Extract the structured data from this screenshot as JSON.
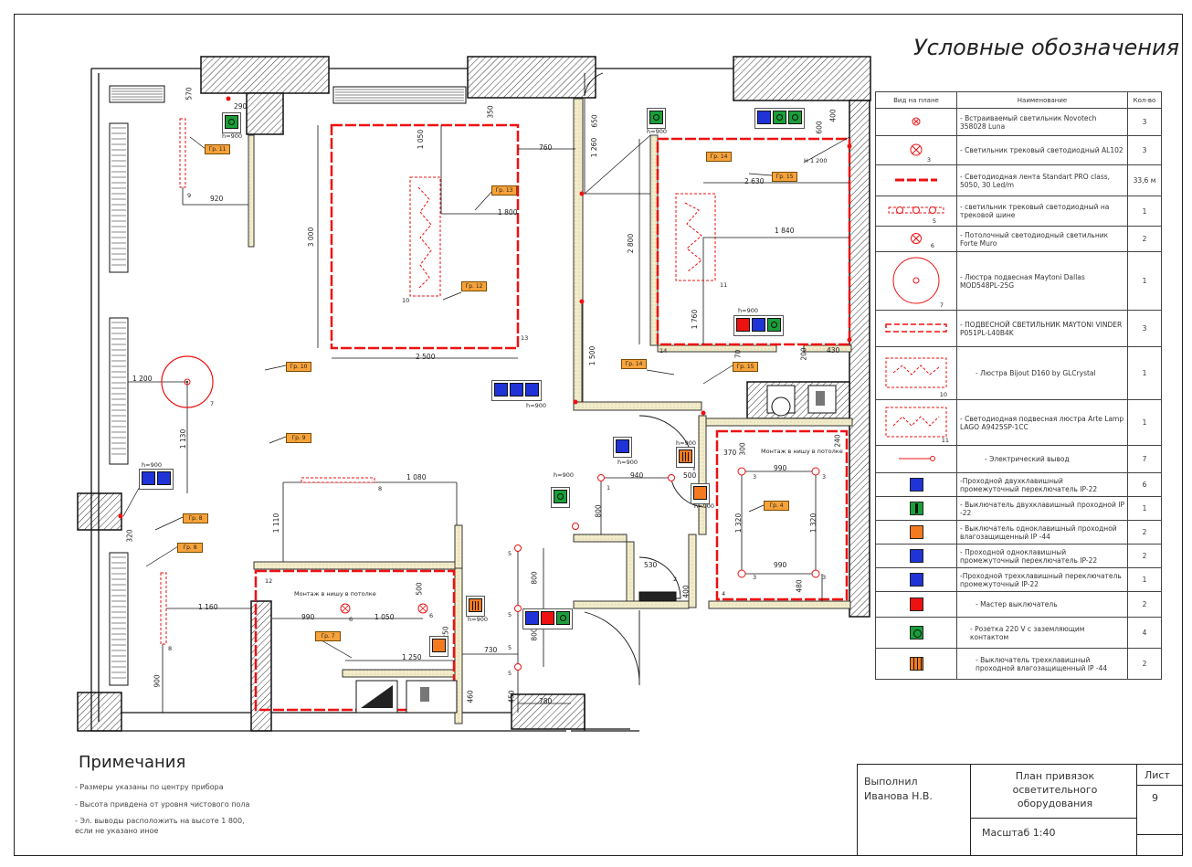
{
  "legend": {
    "title": "Условные обозначения",
    "headers": {
      "symbol": "Вид на плане",
      "name": "Наименование",
      "qty": "Кол-во"
    },
    "rows": [
      {
        "name": "- Встраиваемый светильник Novotech 358028 Luna",
        "qty": "3",
        "icon": "recessed-light-icon",
        "mark": ""
      },
      {
        "name": "- Светильник трековый светодиодный AL102",
        "qty": "3",
        "icon": "track-light-icon",
        "mark": "3"
      },
      {
        "name": "- Светодиодная лента Standart PRO class, 5050, 30 Led/m",
        "qty": "33,6 м",
        "icon": "led-strip-icon",
        "mark": ""
      },
      {
        "name": "- светильник трековый светодиодный на трековой шине",
        "qty": "1",
        "icon": "track-bus-icon",
        "mark": "5"
      },
      {
        "name": "- Потолочный светодиодный светильник Forte Muro",
        "qty": "2",
        "icon": "ceiling-light-icon",
        "mark": "6"
      },
      {
        "name": "- Люстра подвесная Maytoni Dallas MOD548PL-25G",
        "qty": "1",
        "icon": "chandelier-icon",
        "mark": "7"
      },
      {
        "name": "- ПОДВЕСНОЙ СВЕТИЛЬНИК MAYTONI VINDER P051PL-L40B4K",
        "qty": "3",
        "icon": "pendant-icon",
        "mark": ""
      },
      {
        "name": "- Люстра Bijout D160 by GLCrystal",
        "qty": "1",
        "icon": "bijout-chandelier-icon",
        "mark": "10"
      },
      {
        "name": "- Светодиодная подвесная люстра Arte Lamp LAGO A9425SP-1CC",
        "qty": "1",
        "icon": "lago-chandelier-icon",
        "mark": "11"
      },
      {
        "name": "- Электрический вывод",
        "qty": "7",
        "icon": "electric-outlet-icon",
        "mark": ""
      },
      {
        "name": "-Проходной двухклавишный промежуточный переключатель IP-22",
        "qty": "6",
        "icon": "switch-blue-icon",
        "mark": ""
      },
      {
        "name": "- Выключатель двухклавишный проходной IP -22",
        "qty": "1",
        "icon": "switch-green-2key-icon",
        "mark": ""
      },
      {
        "name": "- Выключатель одноклавишный проходной влагозащищенный IP -44",
        "qty": "2",
        "icon": "switch-orange-icon",
        "mark": ""
      },
      {
        "name": "- Проходной одноклавишный промежуточный переключатель IP-22",
        "qty": "2",
        "icon": "switch-blue-1key-icon",
        "mark": ""
      },
      {
        "name": "-Проходной трехклавишный переключатель промежуточный IP-22",
        "qty": "1",
        "icon": "switch-blue-3key-icon",
        "mark": ""
      },
      {
        "name": "- Мастер выключатель",
        "qty": "2",
        "icon": "master-switch-icon",
        "mark": ""
      },
      {
        "name": "- Розетка 220 V с заземляющим контактом",
        "qty": "4",
        "icon": "socket-icon",
        "mark": ""
      },
      {
        "name": "- Выключатель трехклавишный проходной влагозащищенный IP -44",
        "qty": "2",
        "icon": "switch-orange-3key-icon",
        "mark": ""
      }
    ]
  },
  "notes": {
    "title": "Примечания",
    "items": [
      "- Размеры указаны по центру прибора",
      "- Высота привдена от уровня чистового пола",
      "- Эл. выводы расположить на высоте 1 800,",
      "если не указано иное"
    ]
  },
  "title_block": {
    "done_by_label": "Выполнил",
    "author": "Иванова Н.В.",
    "drawing_title": "План привязок осветительного оборудования",
    "sheet_label": "Лист",
    "sheet_number": "9",
    "scale": "Масштаб 1:40"
  },
  "plan": {
    "group_tags": [
      "Гр. 11",
      "Гр. 13",
      "Гр. 12",
      "Гр. 10",
      "Гр. 9",
      "Гр. 8",
      "Гр. 8",
      "Гр. 7",
      "Гр. 14",
      "Гр. 15",
      "Гр. 14",
      "Гр. 15",
      "Гр. 4"
    ],
    "ceiling_notes": [
      "Монтаж в нишу в потолке",
      "Монтаж в нишу в потолке"
    ],
    "dimensions": [
      "290",
      "570",
      "920",
      "350",
      "1 050",
      "760",
      "1 800",
      "3 000",
      "2 500",
      "650",
      "1 260",
      "2 630",
      "2 800",
      "1 840",
      "1 760",
      "1 500",
      "600",
      "400",
      "1 200",
      "70",
      "200",
      "430",
      "1 200",
      "1 130",
      "1 080",
      "1 110",
      "320",
      "1 160",
      "900",
      "990",
      "1 050",
      "1 250",
      "500",
      "250",
      "730",
      "450",
      "460",
      "780",
      "800",
      "800",
      "940",
      "500",
      "800",
      "530",
      "400",
      "370",
      "300",
      "990",
      "1 320",
      "1 320",
      "990",
      "480",
      "240"
    ],
    "heights": [
      "h=900",
      "h=900",
      "h=900",
      "h=900",
      "h=900",
      "h=900",
      "h=900",
      "h=900",
      "h=900",
      "h=900",
      "h=900"
    ],
    "height_note": "H 1 200",
    "marks": [
      "9",
      "10",
      "11",
      "12",
      "13",
      "14",
      "7",
      "8",
      "8",
      "1",
      "2",
      "3",
      "3",
      "3",
      "3",
      "4",
      "5",
      "5",
      "5",
      "5",
      "6",
      "6"
    ]
  }
}
